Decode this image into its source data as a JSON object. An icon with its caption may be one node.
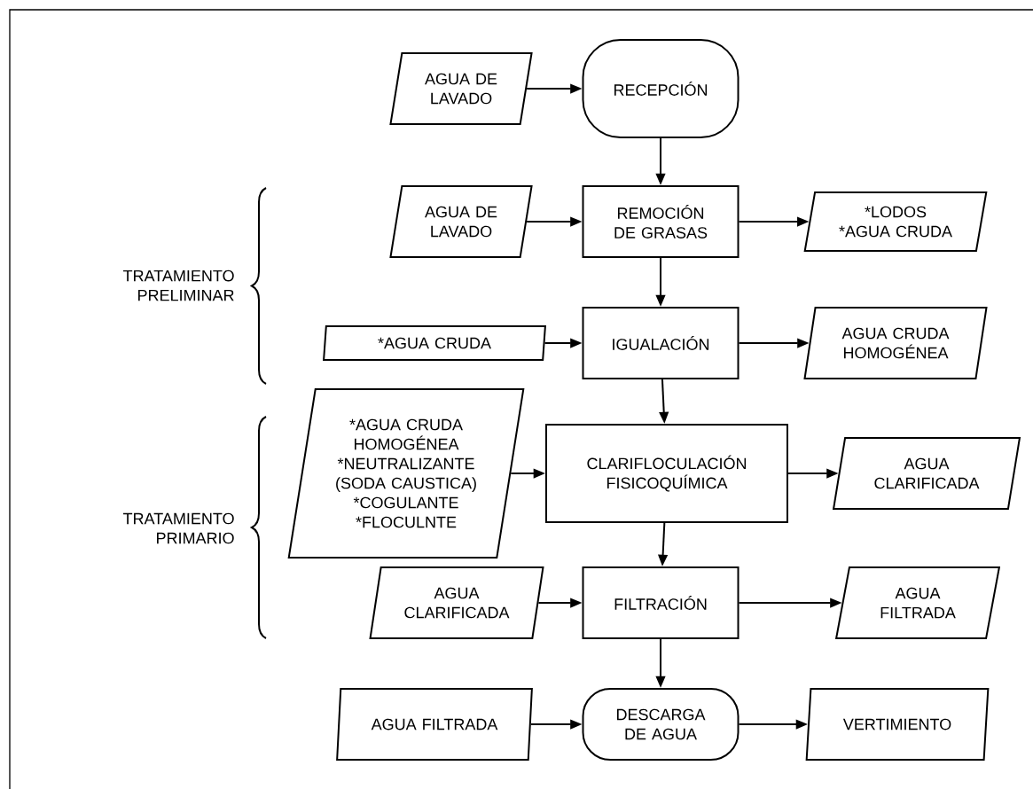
{
  "diagram": {
    "nodes": [
      {
        "text": [
          "AGUA DE LAVADO"
        ]
      },
      {
        "text": [
          "RECEPCIÓN"
        ]
      },
      {
        "text": [
          "AGUA DE LAVADO"
        ]
      },
      {
        "text": [
          "REMOCIÓN DE GRASAS"
        ]
      },
      {
        "text": [
          "*LODOS",
          "*AGUA CRUDA"
        ]
      },
      {
        "text": [
          "*AGUA CRUDA"
        ]
      },
      {
        "text": [
          "IGUALACIÓN"
        ]
      },
      {
        "text": [
          "AGUA CRUDA HOMOGÉNEA"
        ]
      },
      {
        "text": [
          "*AGUA CRUDA HOMOGÉNEA",
          "*NEUTRALIZANTE (SODA CAUSTICA)",
          "*COGULANTE",
          "*FLOCULNTE"
        ]
      },
      {
        "text": [
          "CLARIFLOCULACIÓN FISICOQUÍMICA"
        ]
      },
      {
        "text": [
          "AGUA CLARIFICADA"
        ]
      },
      {
        "text": [
          "AGUA CLARIFICADA"
        ]
      },
      {
        "text": [
          "FILTRACIÓN"
        ]
      },
      {
        "text": [
          "AGUA FILTRADA"
        ]
      },
      {
        "text": [
          "AGUA FILTRADA"
        ]
      },
      {
        "text": [
          "DESCARGA DE AGUA"
        ]
      },
      {
        "text": [
          "VERTIMIENTO"
        ]
      }
    ],
    "edges": [
      {
        "from": 0,
        "to": 1,
        "arrow": "to"
      },
      {
        "from": 1,
        "to": 3,
        "arrow": "to"
      },
      {
        "from": 2,
        "to": 3,
        "arrow": "to"
      },
      {
        "from": 3,
        "to": 4,
        "arrow": "to"
      },
      {
        "from": 3,
        "to": 6,
        "arrow": "to"
      },
      {
        "from": 5,
        "to": 6,
        "arrow": "to"
      },
      {
        "from": 6,
        "to": 7,
        "arrow": "to"
      },
      {
        "from": 6,
        "to": 9,
        "arrow": "to"
      },
      {
        "from": 8,
        "to": 9,
        "arrow": "to"
      },
      {
        "from": 9,
        "to": 10,
        "arrow": "to"
      },
      {
        "from": 9,
        "to": 12,
        "arrow": "to"
      },
      {
        "from": 11,
        "to": 12,
        "arrow": "to"
      },
      {
        "from": 12,
        "to": 13,
        "arrow": "to"
      },
      {
        "from": 12,
        "to": 15,
        "arrow": "to"
      },
      {
        "from": 14,
        "to": 15,
        "arrow": "to"
      },
      {
        "from": 15,
        "to": 16,
        "arrow": "to"
      }
    ],
    "labels": [
      "TRATAMIENTO PRELIMINAR",
      "TRATAMIENTO PRIMARIO"
    ]
  }
}
